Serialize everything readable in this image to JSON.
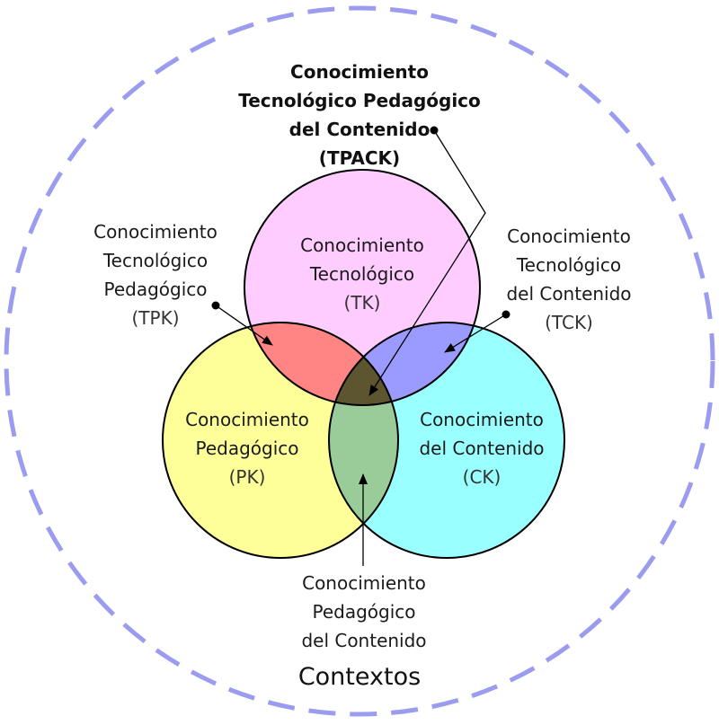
{
  "colors": {
    "contexts_ring": "#9b9bf0",
    "tk": "#ffccff",
    "pk": "#ffff99",
    "ck": "#99ffff",
    "tpk": "#ff8585",
    "tck": "#9b9bff",
    "pck": "#99cc99",
    "tpack": "#5c5530",
    "outline": "#000000"
  },
  "tpack": {
    "line1": "Conocimiento",
    "line2": "Tecnológico Pedagógico",
    "line3": "del Contenido",
    "abbr": "(TPACK)"
  },
  "tk": {
    "line1": "Conocimiento",
    "line2": "Tecnológico",
    "abbr": "(TK)"
  },
  "pk": {
    "line1": "Conocimiento",
    "line2": "Pedagógico",
    "abbr": "(PK)"
  },
  "ck": {
    "line1": "Conocimiento",
    "line2": "del Contenido",
    "abbr": "(CK)"
  },
  "tpk": {
    "line1": "Conocimiento",
    "line2": "Tecnológico",
    "line3": "Pedagógico",
    "abbr": "(TPK)"
  },
  "tck": {
    "line1": "Conocimiento",
    "line2": "Tecnológico",
    "line3": "del Contenido",
    "abbr": "(TCK)"
  },
  "pck": {
    "line1": "Conocimiento",
    "line2": "Pedagógico",
    "line3": "del Contenido"
  },
  "contexts": "Contextos"
}
